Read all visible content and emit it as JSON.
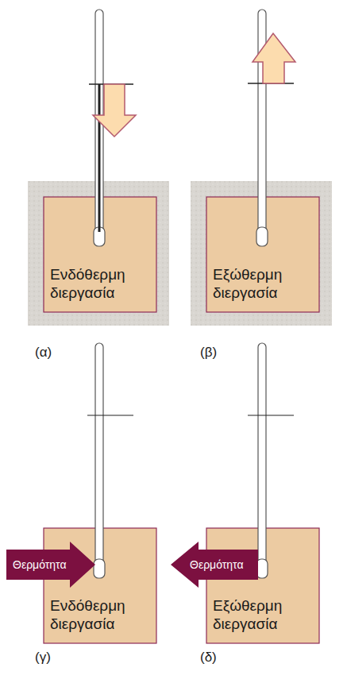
{
  "diagram": {
    "nodes": [
      {
        "text": [
          "Ενδόθερμη διεργασία"
        ]
      },
      {
        "text": [
          "Εξώθερμη διεργασία"
        ]
      },
      {
        "text": [
          "Ενδόθερμη διεργασία"
        ]
      },
      {
        "text": [
          "Εξώθερμη διεργασία"
        ]
      }
    ],
    "labels": [
      "(α)",
      "(β)",
      "(γ)",
      "(δ)",
      "Θερμότητα",
      "Θερμότητα"
    ]
  }
}
